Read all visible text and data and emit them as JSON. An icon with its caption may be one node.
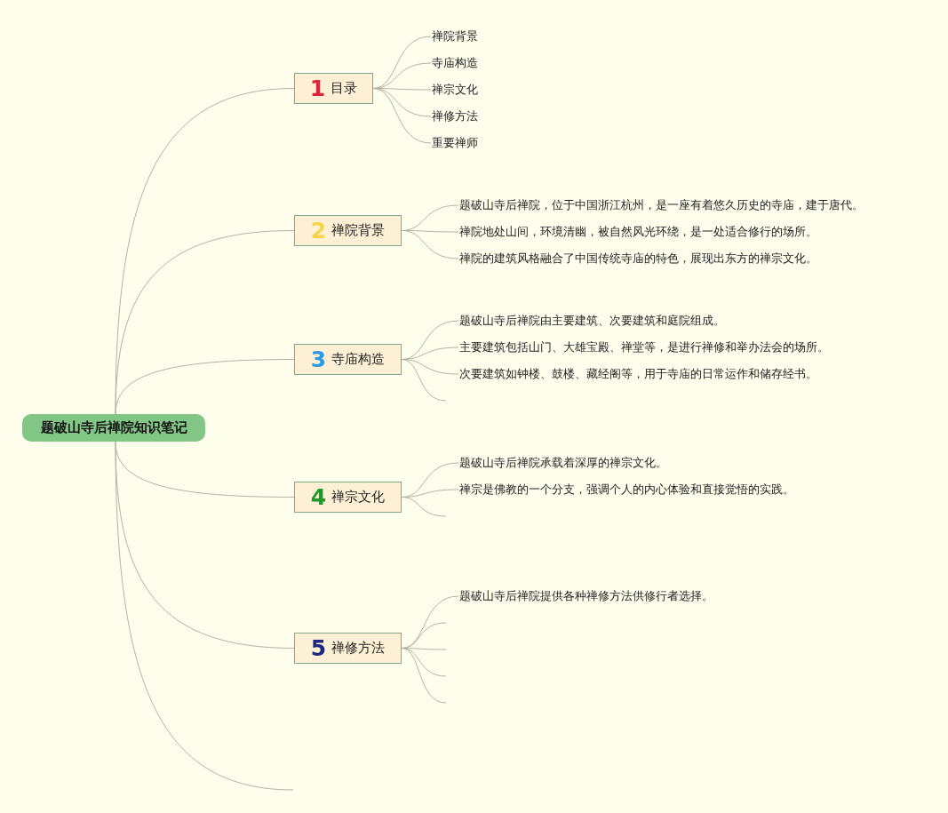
{
  "diagram": {
    "nodes": [
      {
        "text": [
          "题破山寺后禅院知识笔记"
        ]
      },
      {
        "text": [
          "1",
          "目录"
        ]
      },
      {
        "text": [
          "禅院背景"
        ]
      },
      {
        "text": [
          "寺庙构造"
        ]
      },
      {
        "text": [
          "禅宗文化"
        ]
      },
      {
        "text": [
          "禅修方法"
        ]
      },
      {
        "text": [
          "重要禅师"
        ]
      },
      {
        "text": [
          "2",
          "禅院背景"
        ]
      },
      {
        "text": [
          "题破山寺后禅院，位于中国浙江杭州，是一座有着悠久历史的寺庙，建于唐代。"
        ]
      },
      {
        "text": [
          "禅院地处山间，环境清幽，被自然风光环绕，是一处适合修行的场所。"
        ]
      },
      {
        "text": [
          "禅院的建筑风格融合了中国传统寺庙的特色，展现出东方的禅宗文化。"
        ]
      },
      {
        "text": [
          "3",
          "寺庙构造"
        ]
      },
      {
        "text": [
          "题破山寺后禅院由主要建筑、次要建筑和庭院组成。"
        ]
      },
      {
        "text": [
          "主要建筑包括山门、大雄宝殿、禅堂等，是进行禅修和举办法会的场所。"
        ]
      },
      {
        "text": [
          "次要建筑如钟楼、鼓楼、藏经阁等，用于寺庙的日常运作和储存经书。"
        ]
      },
      {
        "text": [
          "4",
          "禅宗文化"
        ]
      },
      {
        "text": [
          "题破山寺后禅院承载着深厚的禅宗文化。"
        ]
      },
      {
        "text": [
          "禅宗是佛教的一个分支，强调个人的内心体验和直接觉悟的实践。"
        ]
      },
      {
        "text": [
          "5",
          "禅修方法"
        ]
      },
      {
        "text": [
          "题破山寺后禅院提供各种禅修方法供修行者选择。"
        ]
      }
    ],
    "edges": [
      {
        "from": 0,
        "to": 1,
        "arrow": "none"
      },
      {
        "from": 0,
        "to": 7,
        "arrow": "none"
      },
      {
        "from": 0,
        "to": 11,
        "arrow": "none"
      },
      {
        "from": 0,
        "to": 15,
        "arrow": "none"
      },
      {
        "from": 0,
        "to": 18,
        "arrow": "none"
      },
      {
        "from": 0,
        "to": null,
        "arrow": "none"
      },
      {
        "from": 1,
        "to": 2,
        "arrow": "none"
      },
      {
        "from": 1,
        "to": 3,
        "arrow": "none"
      },
      {
        "from": 1,
        "to": 4,
        "arrow": "none"
      },
      {
        "from": 1,
        "to": 5,
        "arrow": "none"
      },
      {
        "from": 1,
        "to": 6,
        "arrow": "none"
      },
      {
        "from": 7,
        "to": 8,
        "arrow": "none"
      },
      {
        "from": 7,
        "to": 9,
        "arrow": "none"
      },
      {
        "from": 7,
        "to": 10,
        "arrow": "none"
      },
      {
        "from": 11,
        "to": 12,
        "arrow": "none"
      },
      {
        "from": 11,
        "to": 13,
        "arrow": "none"
      },
      {
        "from": 11,
        "to": 14,
        "arrow": "none"
      },
      {
        "from": 11,
        "to": null,
        "arrow": "none"
      },
      {
        "from": 15,
        "to": 16,
        "arrow": "none"
      },
      {
        "from": 15,
        "to": 17,
        "arrow": "none"
      },
      {
        "from": 15,
        "to": null,
        "arrow": "none"
      },
      {
        "from": 18,
        "to": 19,
        "arrow": "none"
      },
      {
        "from": 18,
        "to": null,
        "arrow": "none"
      },
      {
        "from": 18,
        "to": null,
        "arrow": "none"
      },
      {
        "from": 18,
        "to": null,
        "arrow": "none"
      },
      {
        "from": 18,
        "to": null,
        "arrow": "none"
      }
    ]
  }
}
